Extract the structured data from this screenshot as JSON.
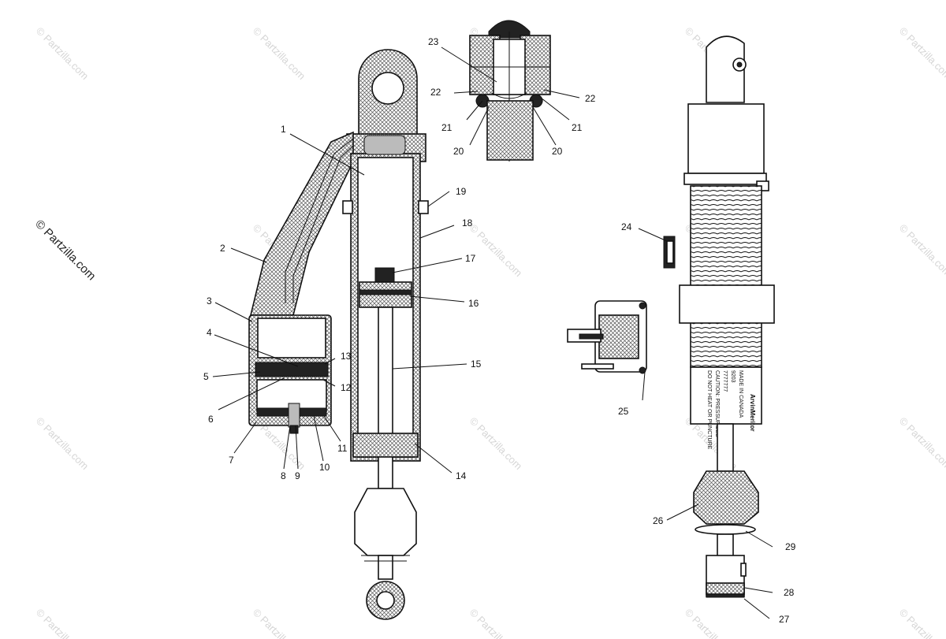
{
  "watermark": {
    "text": "© Partzilla.com",
    "side_text": "© Partzilla.com"
  },
  "callouts": [
    {
      "id": "1",
      "text": "1"
    },
    {
      "id": "2",
      "text": "2"
    },
    {
      "id": "3",
      "text": "3"
    },
    {
      "id": "4",
      "text": "4"
    },
    {
      "id": "5",
      "text": "5"
    },
    {
      "id": "6",
      "text": "6"
    },
    {
      "id": "7",
      "text": "7"
    },
    {
      "id": "8",
      "text": "8"
    },
    {
      "id": "9",
      "text": "9"
    },
    {
      "id": "10",
      "text": "10"
    },
    {
      "id": "11",
      "text": "11"
    },
    {
      "id": "12",
      "text": "12"
    },
    {
      "id": "13",
      "text": "13"
    },
    {
      "id": "14",
      "text": "14"
    },
    {
      "id": "15",
      "text": "15"
    },
    {
      "id": "16",
      "text": "16"
    },
    {
      "id": "17",
      "text": "17"
    },
    {
      "id": "18",
      "text": "18"
    },
    {
      "id": "19",
      "text": "19"
    },
    {
      "id": "20a",
      "text": "20"
    },
    {
      "id": "20b",
      "text": "20"
    },
    {
      "id": "21a",
      "text": "21"
    },
    {
      "id": "21b",
      "text": "21"
    },
    {
      "id": "22a",
      "text": "22"
    },
    {
      "id": "22b",
      "text": "22"
    },
    {
      "id": "23",
      "text": "23"
    },
    {
      "id": "24",
      "text": "24"
    },
    {
      "id": "25",
      "text": "25"
    },
    {
      "id": "26",
      "text": "26"
    },
    {
      "id": "27",
      "text": "27"
    },
    {
      "id": "28",
      "text": "28"
    },
    {
      "id": "29",
      "text": "29"
    }
  ],
  "shock_label": {
    "brand": "ArvinMeritor",
    "line1": "MADE IN CANADA",
    "line2": "9203",
    "line3": "7777777",
    "line4": "CAUTION: PRESSURIZED",
    "line5": "DO NOT HEAT OR PUNCTURE"
  }
}
